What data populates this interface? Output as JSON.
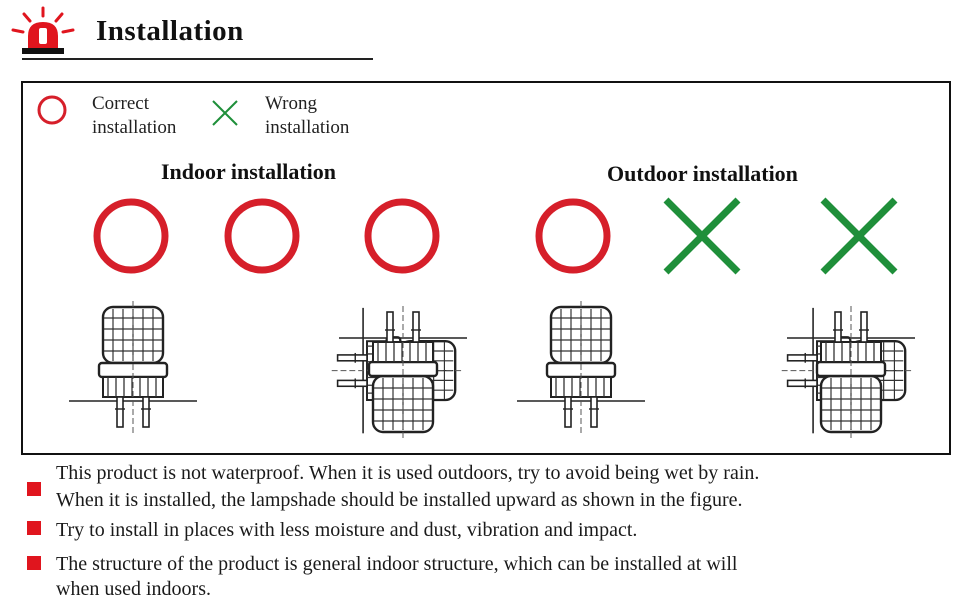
{
  "header": {
    "title": "Installation",
    "icon": "alarm-beacon-icon",
    "icon_color": "#e0151e"
  },
  "legend": {
    "correct": {
      "icon": "circle-icon",
      "line1": "Correct",
      "line2": "installation",
      "color": "#d61f2a"
    },
    "wrong": {
      "icon": "cross-icon",
      "line1": "Wrong",
      "line2": "installation",
      "color": "#1f8f3a"
    }
  },
  "sections": [
    {
      "title": "Indoor installation",
      "items": [
        {
          "mark": "correct",
          "orientation": "upright"
        },
        {
          "mark": "correct",
          "orientation": "wall-side"
        },
        {
          "mark": "correct",
          "orientation": "ceiling"
        }
      ]
    },
    {
      "title": "Outdoor installation",
      "items": [
        {
          "mark": "correct",
          "orientation": "upright"
        },
        {
          "mark": "wrong",
          "orientation": "wall-side"
        },
        {
          "mark": "wrong",
          "orientation": "ceiling"
        }
      ]
    }
  ],
  "notes": [
    {
      "line1": "This product is not waterproof. When it is used outdoors, try to avoid being wet by rain.",
      "line2": "When it is installed, the lampshade should be installed upward as shown in the figure."
    },
    {
      "line1": "Try to install in places with less moisture and dust, vibration and impact.",
      "line2": ""
    },
    {
      "line1": "The structure of the product is general indoor structure, which can be installed at will",
      "line2": "when used indoors."
    }
  ],
  "bullet_color": "#e0151e"
}
